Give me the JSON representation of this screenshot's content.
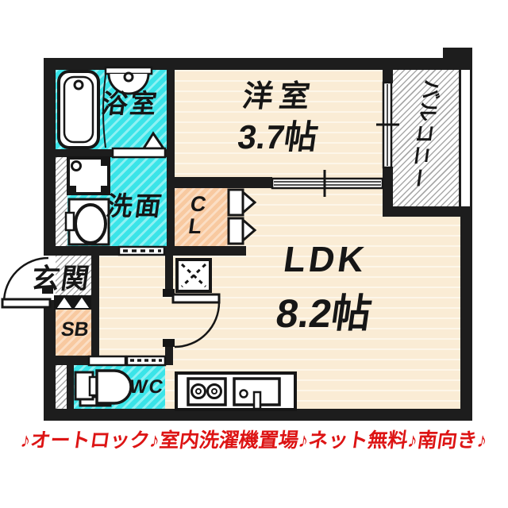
{
  "rooms": {
    "bath": {
      "label": "浴室"
    },
    "washroom": {
      "label": "洗面"
    },
    "western_room": {
      "label": "洋室",
      "size": "3.7帖"
    },
    "ldk": {
      "label": "LDK",
      "size": "8.2帖"
    },
    "balcony": {
      "label": "バルコニー"
    },
    "closet": {
      "label": "C\nL"
    },
    "entrance": {
      "label": "玄関"
    },
    "shoe_box": {
      "label": "SB"
    },
    "toilet": {
      "label": "WC"
    }
  },
  "footer": {
    "features": "♪オートロック♪室内洗濯機置場♪ネット無料♪南向き♪"
  },
  "colors": {
    "wall": "#1d1d1d",
    "line": "#161616",
    "cyan": "#3ae4e8",
    "cyan_stripe": "#8ef1f3",
    "beige": "#faecd5",
    "beige_stripe": "#fdf6e9",
    "peach": "#f8c9a0",
    "peach_stripe": "#fbdec4",
    "hatch": "#a9a9a9",
    "red": "#dd1414"
  }
}
